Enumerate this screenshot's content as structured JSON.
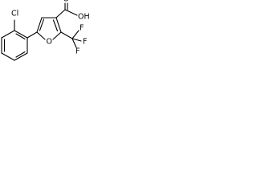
{
  "labels": {
    "chlorine": "Cl",
    "carboxyl": "OH",
    "carbonyl_oxygen": "O",
    "ring_oxygen": "O",
    "fluorine_top": "F",
    "fluorine_right": "F",
    "fluorine_bottom": "F"
  }
}
